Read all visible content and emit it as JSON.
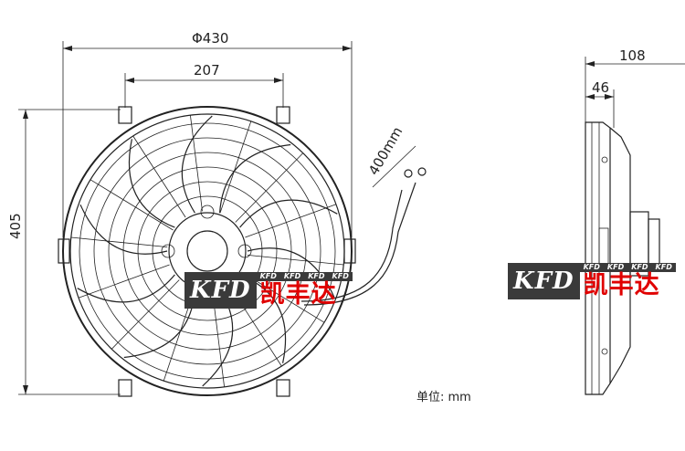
{
  "dimensions": {
    "diameter": "Φ430",
    "mount_spacing": "207",
    "height": "405",
    "cable_length": "400mm",
    "total_depth": "108",
    "motor_depth": "46"
  },
  "unit_label": "单位: mm",
  "watermark": {
    "logo_text": "KFD",
    "mini_texts": [
      "KFD",
      "KFD",
      "KFD",
      "KFD"
    ],
    "chinese_name": "凯丰达",
    "colors": {
      "box": "#3a3a3a",
      "chinese": "#e00000"
    }
  }
}
